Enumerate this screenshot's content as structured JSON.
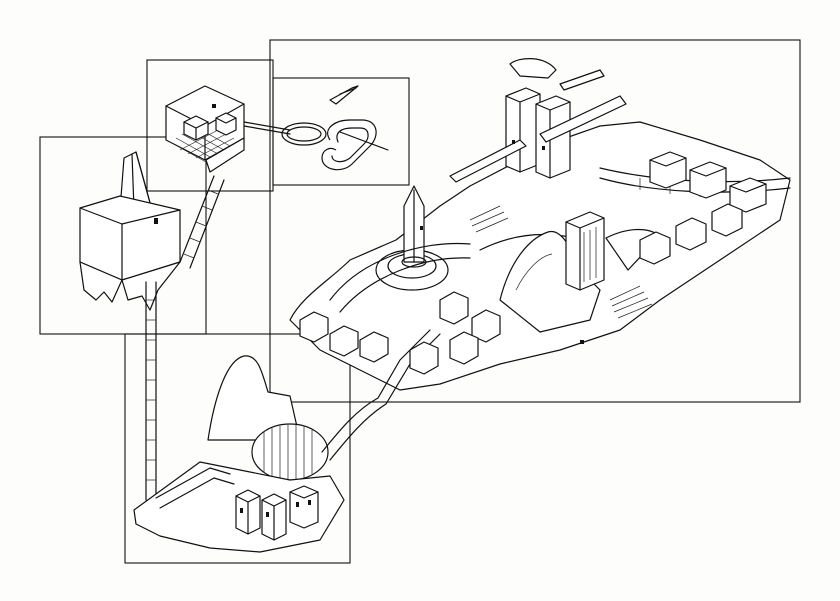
{
  "drawing": {
    "style": "pen-and-ink isometric line drawing",
    "ink_color": "#111111",
    "paper_color": "#fdfdfc",
    "panels": [
      {
        "name": "city-panel"
      },
      {
        "name": "knot-panel"
      },
      {
        "name": "cube-room-panel"
      },
      {
        "name": "tower-panel"
      },
      {
        "name": "dome-village-panel"
      }
    ]
  }
}
